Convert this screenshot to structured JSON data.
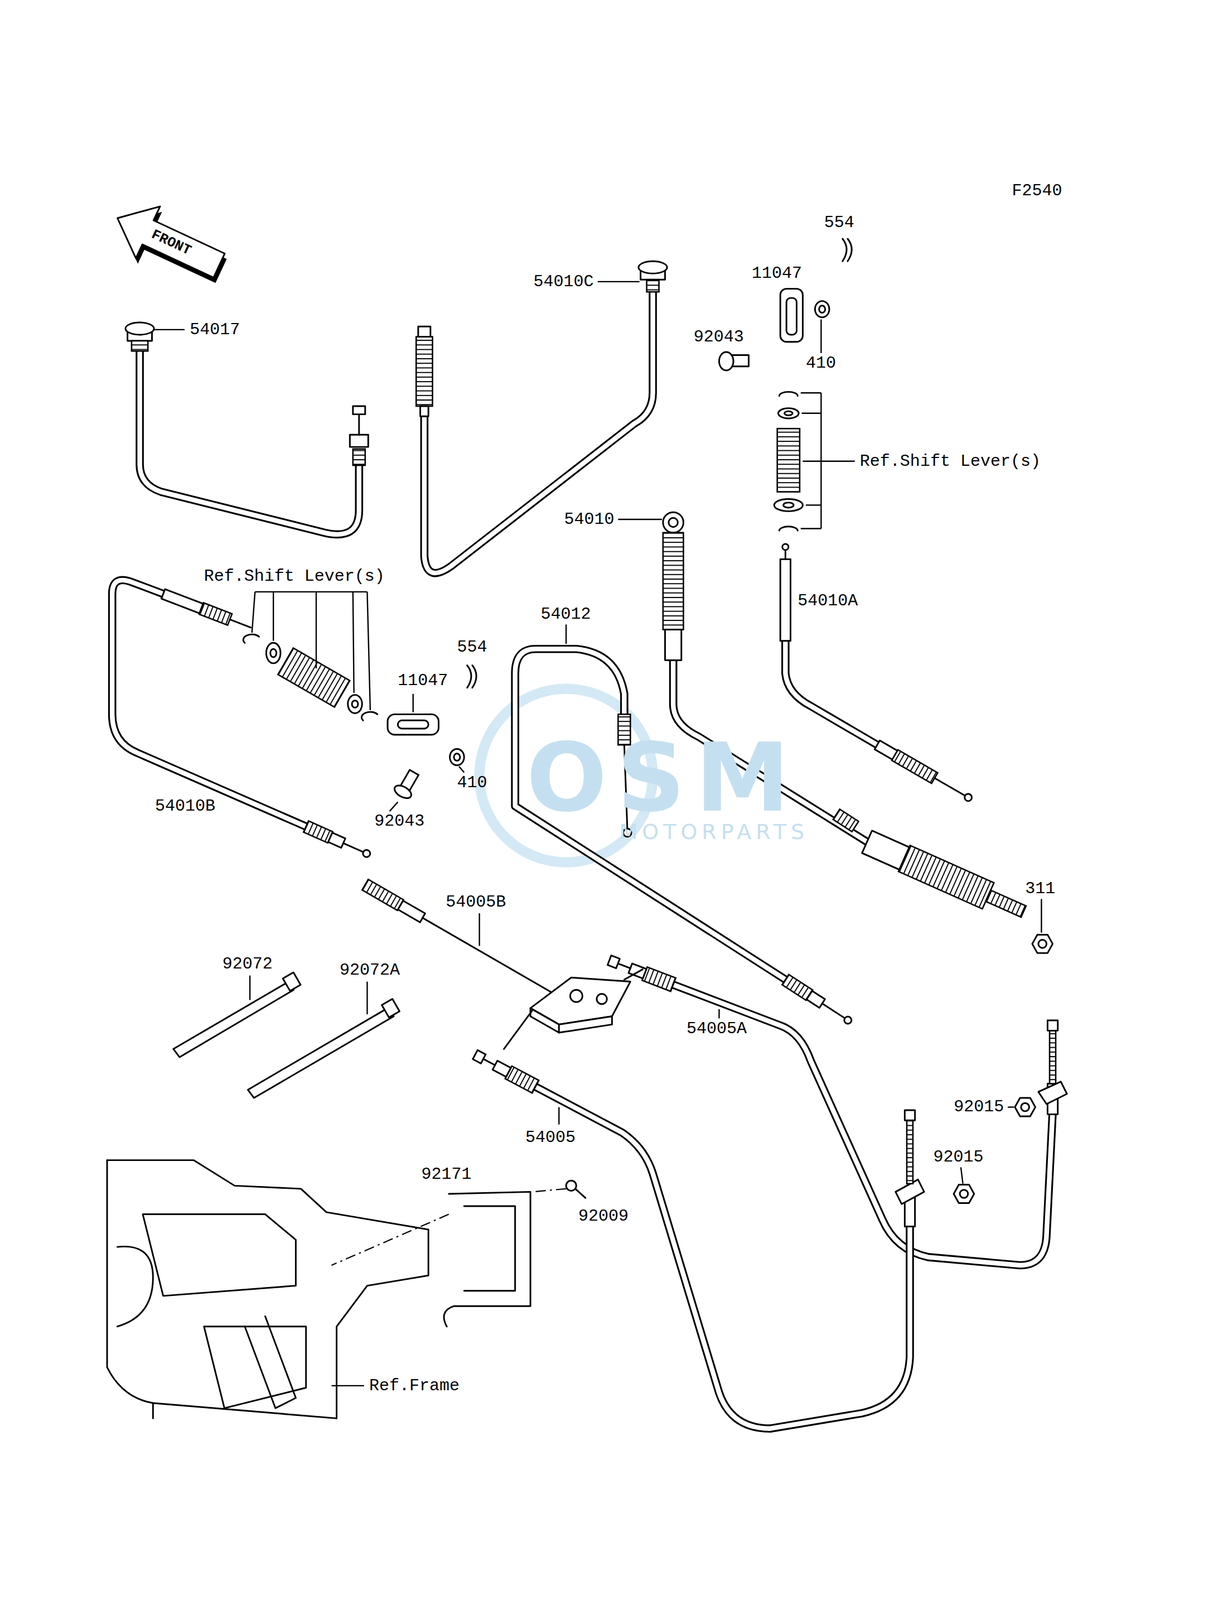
{
  "diagram": {
    "labels": [
      "F2540",
      "FRONT",
      "54017",
      "54010C",
      "554",
      "11047",
      "92043",
      "410",
      "Ref.Shift Lever(s)",
      "54010",
      "54010A",
      "Ref.Shift Lever(s)",
      "54012",
      "554",
      "11047",
      "410",
      "54010B",
      "92043",
      "311",
      "54005B",
      "92072",
      "92072A",
      "54005A",
      "92015",
      "92015",
      "54005",
      "92171",
      "92009",
      "Ref.Frame",
      "OSM",
      "MOTORPARTS"
    ]
  }
}
